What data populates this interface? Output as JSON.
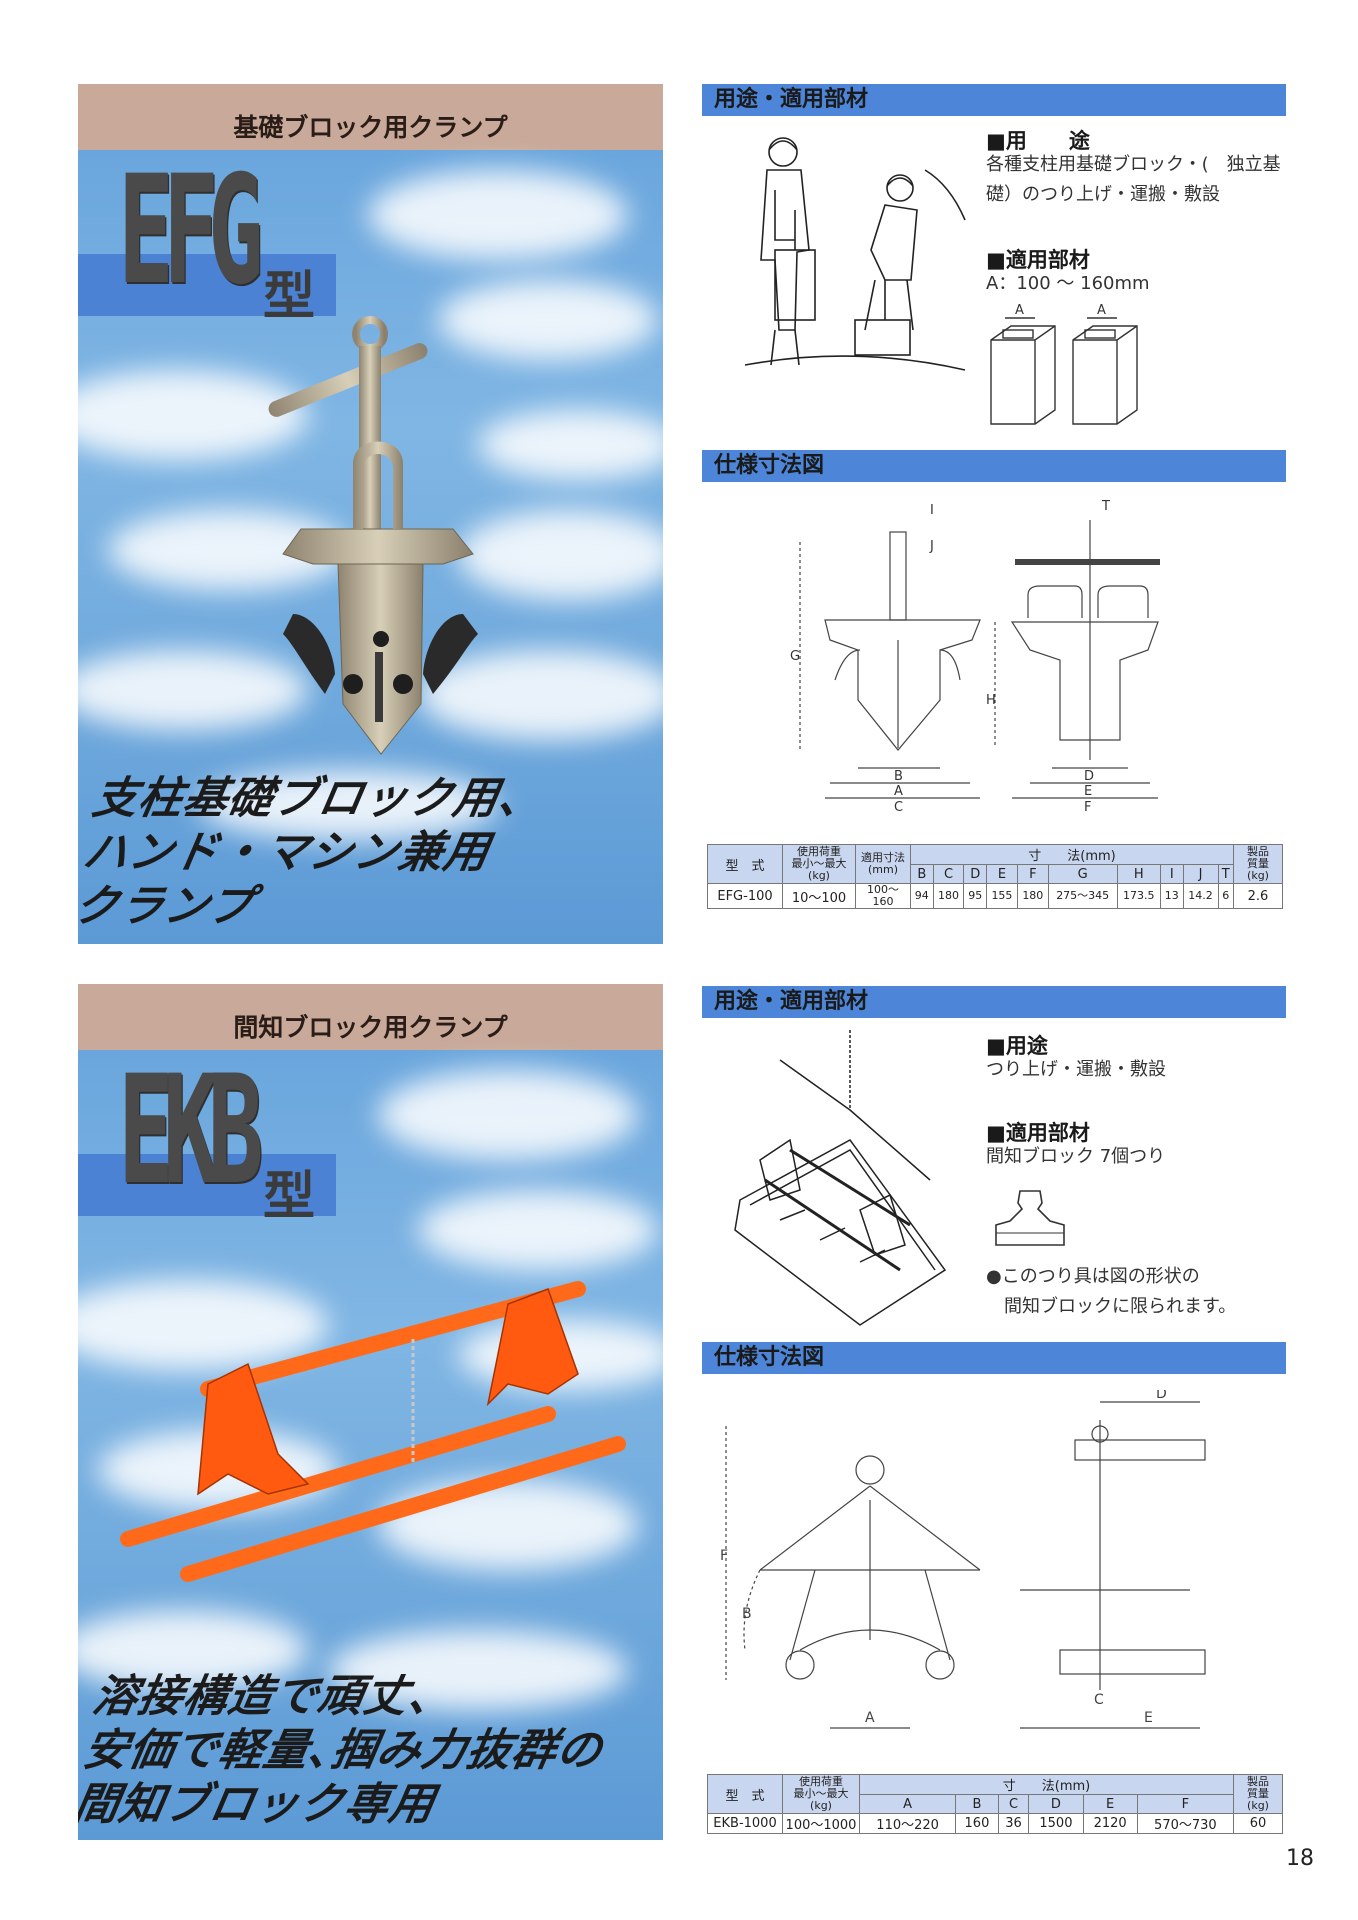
{
  "page_number": "18",
  "efg": {
    "header": "基礎ブロック用クランプ",
    "code": "EFG",
    "type_suffix": "型",
    "slogan": [
      "支柱基礎ブロック用、",
      "ハンド・マシン兼用",
      "クランプ"
    ],
    "usage_section": "用途・適用部材",
    "usage_title": "■用　　途",
    "usage_text": [
      "各種支柱用基礎ブロック・(　独立基",
      "礎）のつり上げ・運搬・敷設"
    ],
    "material_title": "■適用部材",
    "material_text": "A：100 ～ 160mm",
    "dim_section": "仕様寸法図",
    "table": {
      "col_model": "型　式",
      "col_load": [
        "使用荷重",
        "最小～最大(kg)"
      ],
      "col_fit": [
        "適用寸法",
        "(mm)"
      ],
      "col_dims": "寸　　法(mm)",
      "col_mass": [
        "製品",
        "質量",
        "(kg)"
      ],
      "dim_keys": [
        "B",
        "C",
        "D",
        "E",
        "F",
        "G",
        "H",
        "I",
        "J",
        "T"
      ],
      "row": {
        "model": "EFG-100",
        "load": "10～100",
        "fit": "100～160",
        "dims": [
          "94",
          "180",
          "95",
          "155",
          "180",
          "275～345",
          "173.5",
          "13",
          "14.2",
          "6"
        ],
        "mass": "2.6"
      }
    }
  },
  "ekb": {
    "header": "間知ブロック用クランプ",
    "code": "EKB",
    "type_suffix": "型",
    "slogan": [
      "溶接構造で頑丈、",
      "安価で軽量､掴み力抜群の",
      "間知ブロック専用"
    ],
    "usage_section": "用途・適用部材",
    "usage_title": "■用途",
    "usage_text": "つり上げ・運搬・敷設",
    "material_title": "■適用部材",
    "material_text": "間知ブロック 7個つり",
    "note": [
      "●このつり具は図の形状の",
      "間知ブロックに限られます。"
    ],
    "dim_section": "仕様寸法図",
    "table": {
      "col_model": "型　式",
      "col_load": [
        "使用荷重",
        "最小～最大(kg)"
      ],
      "col_dims": "寸　　法(mm)",
      "col_mass": [
        "製品",
        "質量",
        "(kg)"
      ],
      "dim_keys": [
        "A",
        "B",
        "C",
        "D",
        "E",
        "F"
      ],
      "row": {
        "model": "EKB-1000",
        "load": "100～1000",
        "dims": [
          "110～220",
          "160",
          "36",
          "1500",
          "2120",
          "570～730"
        ],
        "mass": "60"
      }
    }
  },
  "drawing_labels_efg": [
    "I",
    "J",
    "T",
    "G",
    "H",
    "B",
    "A",
    "C",
    "D",
    "E",
    "F",
    "A",
    "A"
  ],
  "drawing_labels_ekb": [
    "F",
    "B",
    "A",
    "D",
    "C",
    "E"
  ]
}
